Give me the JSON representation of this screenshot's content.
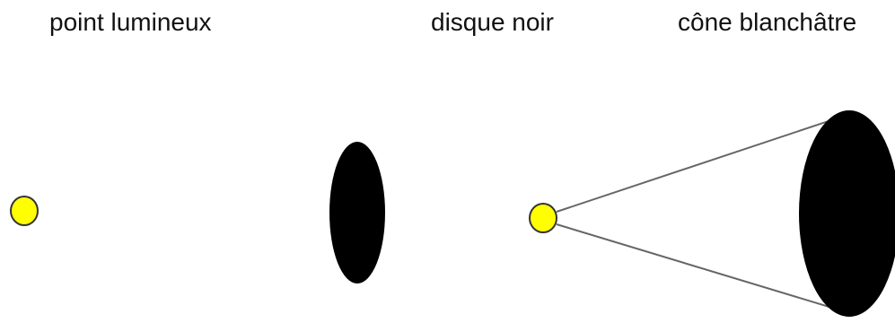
{
  "labels": {
    "point": "point lumineux",
    "disk": "disque noir",
    "cone": "cône blanchâtre"
  },
  "colors": {
    "light_point_fill": "#ffff00",
    "outline": "#333333",
    "disk_fill": "#000000",
    "cone_line": "#666666",
    "background": "#ffffff"
  }
}
